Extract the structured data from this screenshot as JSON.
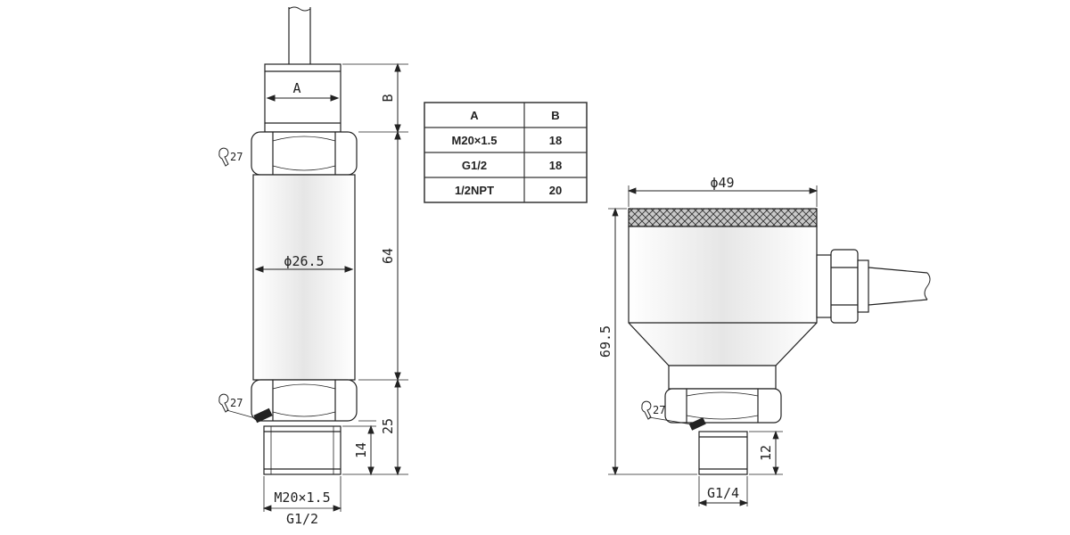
{
  "left_view": {
    "thread_label": "A",
    "height_label": "B",
    "body_diameter": "ϕ26.5",
    "body_length": "64",
    "lower_length": "25",
    "thread_length": "14",
    "wrench_top": "27",
    "wrench_bottom": "27",
    "bottom_thread_1": "M20×1.5",
    "bottom_thread_2": "G1/2"
  },
  "table": {
    "headers": [
      "A",
      "B"
    ],
    "rows": [
      [
        "M20×1.5",
        "18"
      ],
      [
        "G1/2",
        "18"
      ],
      [
        "1/2NPT",
        "20"
      ]
    ]
  },
  "right_view": {
    "head_diameter": "ϕ49",
    "total_height": "69.5",
    "wrench": "27",
    "thread_length": "12",
    "bottom_thread": "G1/4"
  }
}
